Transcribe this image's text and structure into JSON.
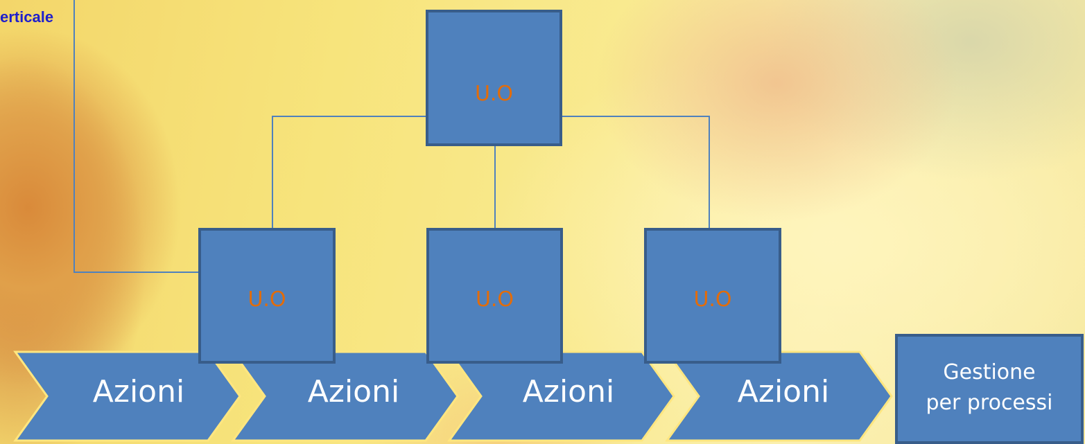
{
  "corner_label": "erticale",
  "diagram": {
    "top_unit": {
      "label": "U.O"
    },
    "child_units": [
      {
        "label": "U.O"
      },
      {
        "label": "U.O"
      },
      {
        "label": "U.O"
      }
    ],
    "process_steps": [
      {
        "label": "Azioni"
      },
      {
        "label": "Azioni"
      },
      {
        "label": "Azioni"
      },
      {
        "label": "Azioni"
      }
    ],
    "result": {
      "line1": "Gestione",
      "line2": "per processi"
    }
  },
  "colors": {
    "box_fill": "#4f81bd",
    "box_border": "#385d8a",
    "unit_text": "#e36c09",
    "chevron_text": "#ffffff",
    "chevron_outline": "#ffe680",
    "corner_label": "#1f1fcc"
  }
}
